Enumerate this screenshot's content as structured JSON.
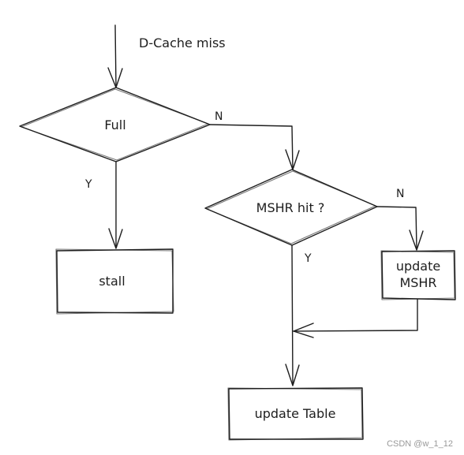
{
  "diagram": {
    "entry_label": "D-Cache miss",
    "decisions": {
      "full": {
        "label": "Full",
        "yes": "Y",
        "no": "N"
      },
      "mshr_hit": {
        "label": "MSHR hit ?",
        "yes": "Y",
        "no": "N"
      }
    },
    "processes": {
      "stall": "stall",
      "update_mshr_line1": "update",
      "update_mshr_line2": "MSHR",
      "update_table": "update Table"
    }
  },
  "watermark": "CSDN @w_1_12"
}
